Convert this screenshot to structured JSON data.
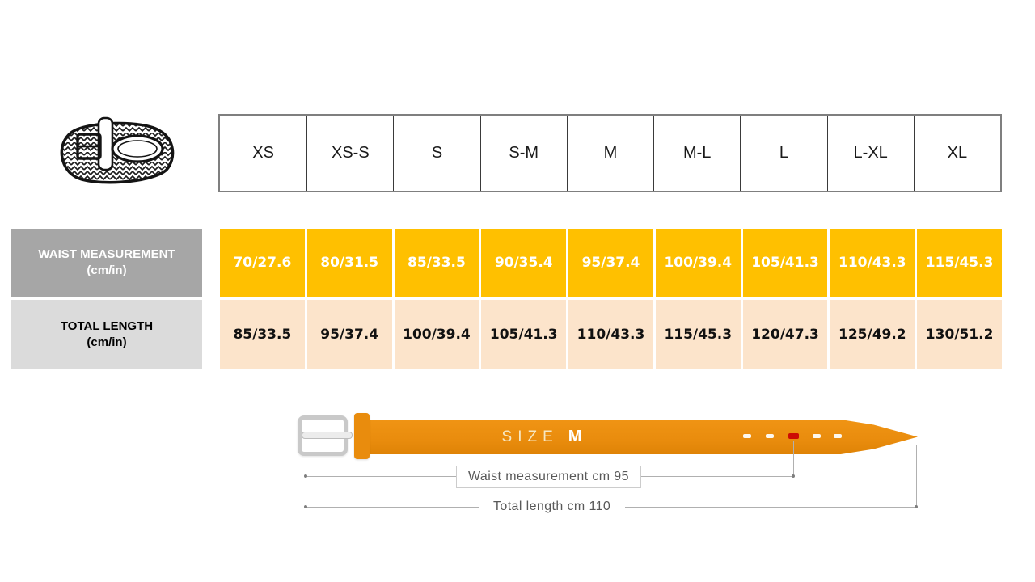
{
  "colors": {
    "accent_orange": "#FFC000",
    "peach": "#FCE4CB",
    "header_gray": "#A6A6A6",
    "header_light_gray": "#DBDBDB",
    "belt_orange": "#E98C0D",
    "hole_red": "#CC0B04",
    "line_gray": "#B0B0B0",
    "annotation_text": "#595959",
    "table_border": "#7F7F7F"
  },
  "product_image": {
    "name": "braided-belt-illustration"
  },
  "size_header": {
    "sizes": [
      "XS",
      "XS-S",
      "S",
      "S-M",
      "M",
      "M-L",
      "L",
      "L-XL",
      "XL"
    ]
  },
  "measurements": {
    "waist": {
      "label": "WAIST MEASUREMENT",
      "unit": "(cm/in)",
      "values": [
        "70/27.6",
        "80/31.5",
        "85/33.5",
        "90/35.4",
        "95/37.4",
        "100/39.4",
        "105/41.3",
        "110/43.3",
        "115/45.3"
      ]
    },
    "total_length": {
      "label": "TOTAL LENGTH",
      "unit": "(cm/in)",
      "values": [
        "85/33.5",
        "95/37.4",
        "100/39.4",
        "105/41.3",
        "110/43.3",
        "115/45.3",
        "120/47.3",
        "125/49.2",
        "130/51.2"
      ]
    }
  },
  "diagram": {
    "size_label": "SIZE",
    "size_value": "M",
    "waist_annotation": "Waist measurement cm 95",
    "total_annotation": "Total length cm 110"
  }
}
